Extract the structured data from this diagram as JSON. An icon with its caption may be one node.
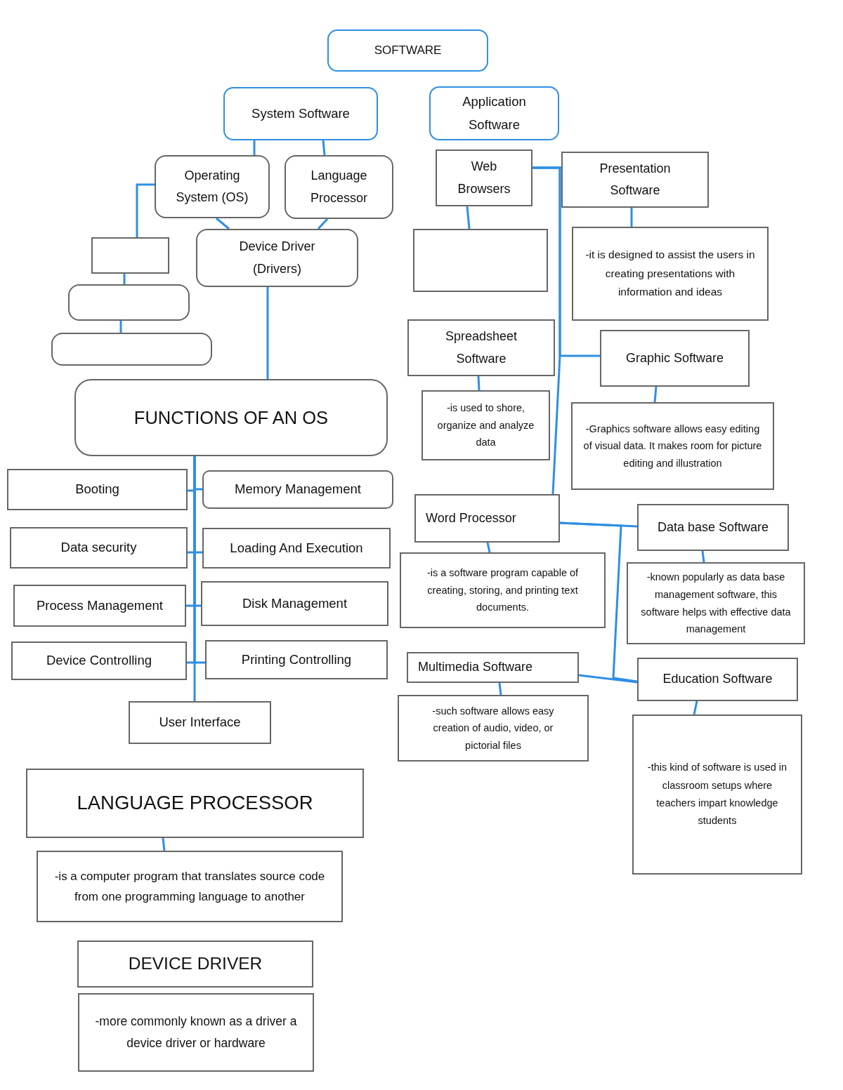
{
  "diagram": {
    "nodes": [
      {
        "text": [
          "SOFTWARE"
        ]
      },
      {
        "text": [
          "System Software"
        ]
      },
      {
        "text": [
          "Application Software"
        ]
      },
      {
        "text": [
          "Operating System (OS)"
        ]
      },
      {
        "text": [
          "Language Processor"
        ]
      },
      {
        "text": [],
        "shape": "box"
      },
      {
        "text": [],
        "shape": "box"
      },
      {
        "text": [],
        "shape": "box"
      },
      {
        "text": [
          "Device Driver (Drivers)"
        ]
      },
      {
        "text": [
          "FUNCTIONS OF AN OS"
        ]
      },
      {
        "text": [
          "Booting"
        ]
      },
      {
        "text": [
          "Memory Management"
        ]
      },
      {
        "text": [
          "Data security"
        ]
      },
      {
        "text": [
          "Loading And Execution"
        ]
      },
      {
        "text": [
          "Process Management"
        ]
      },
      {
        "text": [
          "Disk Management"
        ]
      },
      {
        "text": [
          "Device Controlling"
        ]
      },
      {
        "text": [
          "Printing Controlling"
        ]
      },
      {
        "text": [
          "User Interface"
        ]
      },
      {
        "text": [
          "LANGUAGE PROCESSOR"
        ]
      },
      {
        "text": [
          "-is a computer program that translates source code from one programming language to another"
        ]
      },
      {
        "text": [
          "DEVICE DRIVER"
        ]
      },
      {
        "text": [
          "-more commonly known as a driver a device driver or hardware"
        ]
      },
      {
        "text": [
          "Web Browsers"
        ]
      },
      {
        "text": [],
        "shape": "box"
      },
      {
        "text": [
          "Presentation Software"
        ]
      },
      {
        "text": [
          "-it is designed to assist the users in creating presentations with information and ideas"
        ]
      },
      {
        "text": [
          "Spreadsheet Software"
        ]
      },
      {
        "text": [
          "-is used to shore, organize and analyze data"
        ]
      },
      {
        "text": [
          "Graphic Software"
        ]
      },
      {
        "text": [
          "-Graphics software allows easy editing of visual data. It makes room for picture editing and illustration"
        ]
      },
      {
        "text": [
          "Word Processor"
        ]
      },
      {
        "text": [
          "-is a software program capable of creating, storing, and printing text documents."
        ]
      },
      {
        "text": [
          "Data base Software"
        ]
      },
      {
        "text": [
          "-known popularly as data base management software, this software helps with effective data management"
        ]
      },
      {
        "text": [
          "Multimedia Software"
        ]
      },
      {
        "text": [
          "-such software allows easy creation of audio, video, or pictorial files"
        ]
      },
      {
        "text": [
          "Education Software"
        ]
      },
      {
        "text": [
          "-this kind of software is used in classroom setups where teachers impart knowledge students"
        ]
      }
    ],
    "edges": [
      {
        "from": 1,
        "to": 3,
        "arrow": "none"
      },
      {
        "from": 1,
        "to": 4,
        "arrow": "none"
      },
      {
        "from": 3,
        "to": 5,
        "arrow": "none"
      },
      {
        "from": 5,
        "to": 6,
        "arrow": "none"
      },
      {
        "from": 6,
        "to": 7,
        "arrow": "none"
      },
      {
        "from": 3,
        "to": 8,
        "arrow": "none"
      },
      {
        "from": 4,
        "to": 8,
        "arrow": "none"
      },
      {
        "from": 8,
        "to": 9,
        "arrow": "none"
      },
      {
        "from": 9,
        "to": 10,
        "arrow": "none"
      },
      {
        "from": 9,
        "to": 11,
        "arrow": "none"
      },
      {
        "from": 9,
        "to": 12,
        "arrow": "none"
      },
      {
        "from": 9,
        "to": 13,
        "arrow": "none"
      },
      {
        "from": 9,
        "to": 14,
        "arrow": "none"
      },
      {
        "from": 9,
        "to": 15,
        "arrow": "none"
      },
      {
        "from": 9,
        "to": 16,
        "arrow": "none"
      },
      {
        "from": 9,
        "to": 17,
        "arrow": "none"
      },
      {
        "from": 9,
        "to": 18,
        "arrow": "none"
      },
      {
        "from": 19,
        "to": 20,
        "arrow": "none"
      },
      {
        "from": 23,
        "to": 24,
        "arrow": "none"
      },
      {
        "from": 23,
        "to": 25,
        "arrow": "none"
      },
      {
        "from": 23,
        "to": 29,
        "arrow": "none"
      },
      {
        "from": 23,
        "to": 31,
        "arrow": "none"
      },
      {
        "from": 25,
        "to": 26,
        "arrow": "none"
      },
      {
        "from": 27,
        "to": 28,
        "arrow": "none"
      },
      {
        "from": 29,
        "to": 30,
        "arrow": "none"
      },
      {
        "from": 31,
        "to": 32,
        "arrow": "none"
      },
      {
        "from": 31,
        "to": 33,
        "arrow": "none"
      },
      {
        "from": 31,
        "to": 37,
        "arrow": "none"
      },
      {
        "from": 35,
        "to": 37,
        "arrow": "none"
      },
      {
        "from": 33,
        "to": 34,
        "arrow": "none"
      },
      {
        "from": 35,
        "to": 36,
        "arrow": "none"
      },
      {
        "from": 37,
        "to": 38,
        "arrow": "none"
      }
    ]
  }
}
